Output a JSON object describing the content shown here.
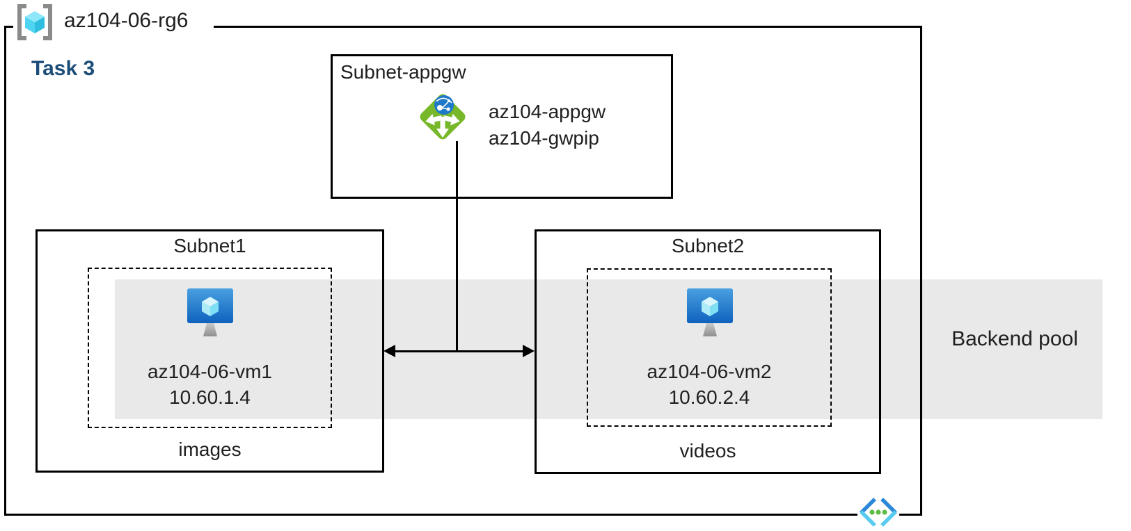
{
  "resource_group": {
    "name": "az104-06-rg6"
  },
  "task": {
    "label": "Task 3"
  },
  "appgw_subnet": {
    "title": "Subnet-appgw",
    "gateway_name": "az104-appgw",
    "public_ip_name": "az104-gwpip"
  },
  "subnet1": {
    "title": "Subnet1",
    "vm_name": "az104-06-vm1",
    "vm_ip": "10.60.1.4",
    "caption": "images"
  },
  "subnet2": {
    "title": "Subnet2",
    "vm_name": "az104-06-vm2",
    "vm_ip": "10.60.2.4",
    "caption": "videos"
  },
  "backend_pool": {
    "label": "Backend pool"
  },
  "icons": {
    "resource_group": "resource-group-icon",
    "application_gateway": "application-gateway-icon",
    "virtual_machine_1": "virtual-machine-icon",
    "virtual_machine_2": "virtual-machine-icon",
    "virtual_network": "virtual-network-icon"
  },
  "colors": {
    "task_label": "#1C4E79",
    "backend_band": "#E9E9E9",
    "appgw_green": "#76B82A",
    "globe_blue": "#1F78C8",
    "vm_blue_light": "#4AA0E0",
    "vm_blue_dark": "#0E62BE",
    "rg_bracket_gray": "#8A8A8A",
    "cube_top": "#8FE8F9",
    "cube_left": "#4FD4F2",
    "cube_right": "#2EBFE0",
    "vnet_blue": "#2B88D8",
    "vnet_cyan": "#59CBF0",
    "vnet_dot_green": "#5FBB46",
    "line_black": "#000000"
  }
}
